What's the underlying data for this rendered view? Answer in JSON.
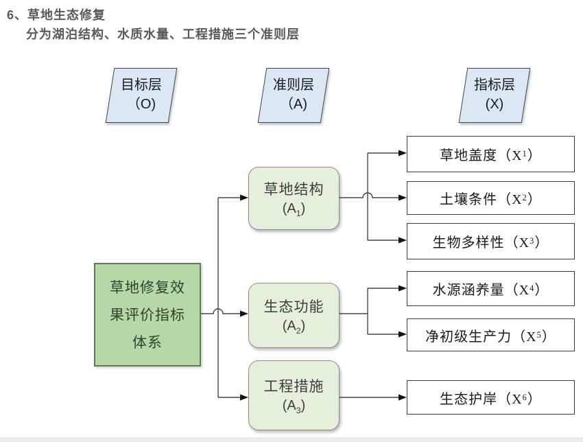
{
  "heading": {
    "number": "6、",
    "title": "草地生态修复",
    "subtitle": "分为湖泊结构、水质水量、工程措施三个准则层"
  },
  "layers": [
    {
      "label": "目标层",
      "code": "（O)"
    },
    {
      "label": "准则层",
      "code": "（A)"
    },
    {
      "label": "指标层",
      "code": "(X)"
    }
  ],
  "goal": {
    "text": "草地修复效果评价指标体系"
  },
  "criteria": [
    {
      "label": "草地结构",
      "code_prefix": "(A",
      "code_sub": "1",
      "code_suffix": ")"
    },
    {
      "label": "生态功能",
      "code_prefix": "(A",
      "code_sub": "2",
      "code_suffix": ")"
    },
    {
      "label": "工程措施",
      "code_prefix": "(A",
      "code_sub": "3",
      "code_suffix": ")"
    }
  ],
  "indicators": [
    {
      "name": "草地盖度",
      "code_prefix": "（X",
      "code_sub": "1",
      "code_suffix": "）"
    },
    {
      "name": "土壤条件",
      "code_prefix": "（X",
      "code_sub": "2",
      "code_suffix": "）"
    },
    {
      "name": "生物多样性",
      "code_prefix": "（X",
      "code_sub": "3",
      "code_suffix": "）"
    },
    {
      "name": "水源涵养量",
      "code_prefix": "（X",
      "code_sub": "4",
      "code_suffix": "）"
    },
    {
      "name": "净初级生产力",
      "code_prefix": "（X",
      "code_sub": "5",
      "code_suffix": "）"
    },
    {
      "name": "生态护岸",
      "code_prefix": "（X",
      "code_sub": "6",
      "code_suffix": "）"
    }
  ],
  "colors": {
    "heading_text": "#595959",
    "layer_fill": "#dbe8f4",
    "layer_border": "#40454d",
    "goal_fill": "#b6d7a8",
    "goal_border": "#5d7b52",
    "goal_text": "#2b452b",
    "criteria_fill": "#e5f0dc",
    "criteria_border": "#8c8c8c",
    "criteria_text": "#3d3d3d",
    "indicator_fill": "#ffffff",
    "indicator_border": "#3b3b3b",
    "indicator_text": "#1a1a1a",
    "line": "#454545",
    "arrow": "#141414",
    "footer_strip": "#ececec"
  }
}
